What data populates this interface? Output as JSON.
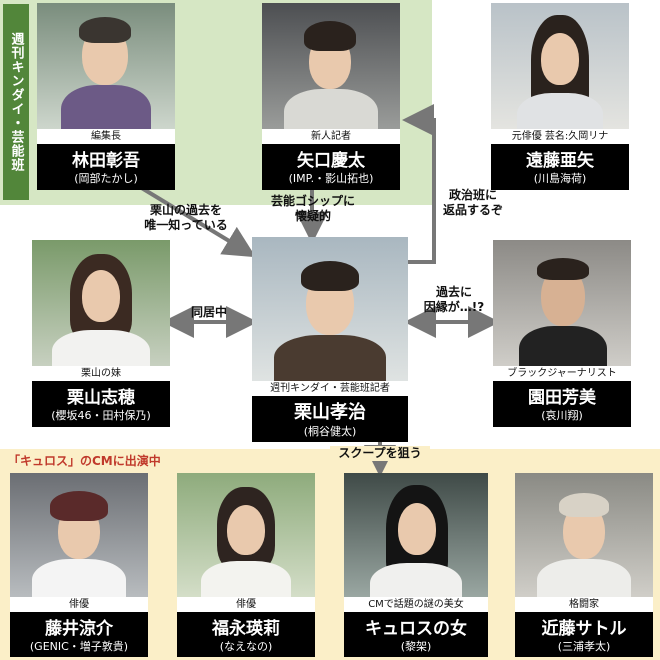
{
  "sections": {
    "editorial_team": "週刊キンダイ・芸能班",
    "cm_group": "「キュロス」のCMに出演中"
  },
  "colors": {
    "green_zone": "#d6e7c4",
    "green_label": "#52863a",
    "yellow_zone": "#fbefc8",
    "red_text": "#c0392b",
    "arrow": "#777777"
  },
  "characters": [
    {
      "role": "編集長",
      "name": "林田彰吾",
      "actor": "(岡部たかし)"
    },
    {
      "role": "新人記者",
      "name": "矢口慶太",
      "actor": "(IMP.・影山拓也)"
    },
    {
      "role": "元俳優 芸名:久岡リナ",
      "name": "遠藤亜矢",
      "actor": "(川島海荷)"
    },
    {
      "role": "栗山の妹",
      "name": "栗山志穂",
      "actor": "(櫻坂46・田村保乃)"
    },
    {
      "role": "週刊キンダイ・芸能班記者",
      "name": "栗山孝治",
      "actor": "(桐谷健太)"
    },
    {
      "role": "ブラックジャーナリスト",
      "name": "園田芳美",
      "actor": "(哀川翔)"
    },
    {
      "role": "俳優",
      "name": "藤井涼介",
      "actor": "(GENIC・増子敦貴)"
    },
    {
      "role": "俳優",
      "name": "福永瑛莉",
      "actor": "(なえなの)"
    },
    {
      "role": "CMで話題の謎の美女",
      "name": "キュロスの女",
      "actor": "(黎架)"
    },
    {
      "role": "格闘家",
      "name": "近藤サトル",
      "actor": "(三浦孝太)"
    }
  ],
  "relations": {
    "hayashida_line1": "栗山の過去を",
    "hayashida_line2": "唯一知っている",
    "yaguchi_line1": "芸能ゴシップに",
    "yaguchi_line2": "懐疑的",
    "politics_line1": "政治班に",
    "politics_line2": "返品するぞ",
    "sister": "同居中",
    "sonoda_line1": "過去に",
    "sonoda_line2": "因縁が…!?",
    "scoop": "スクープを狙う"
  }
}
